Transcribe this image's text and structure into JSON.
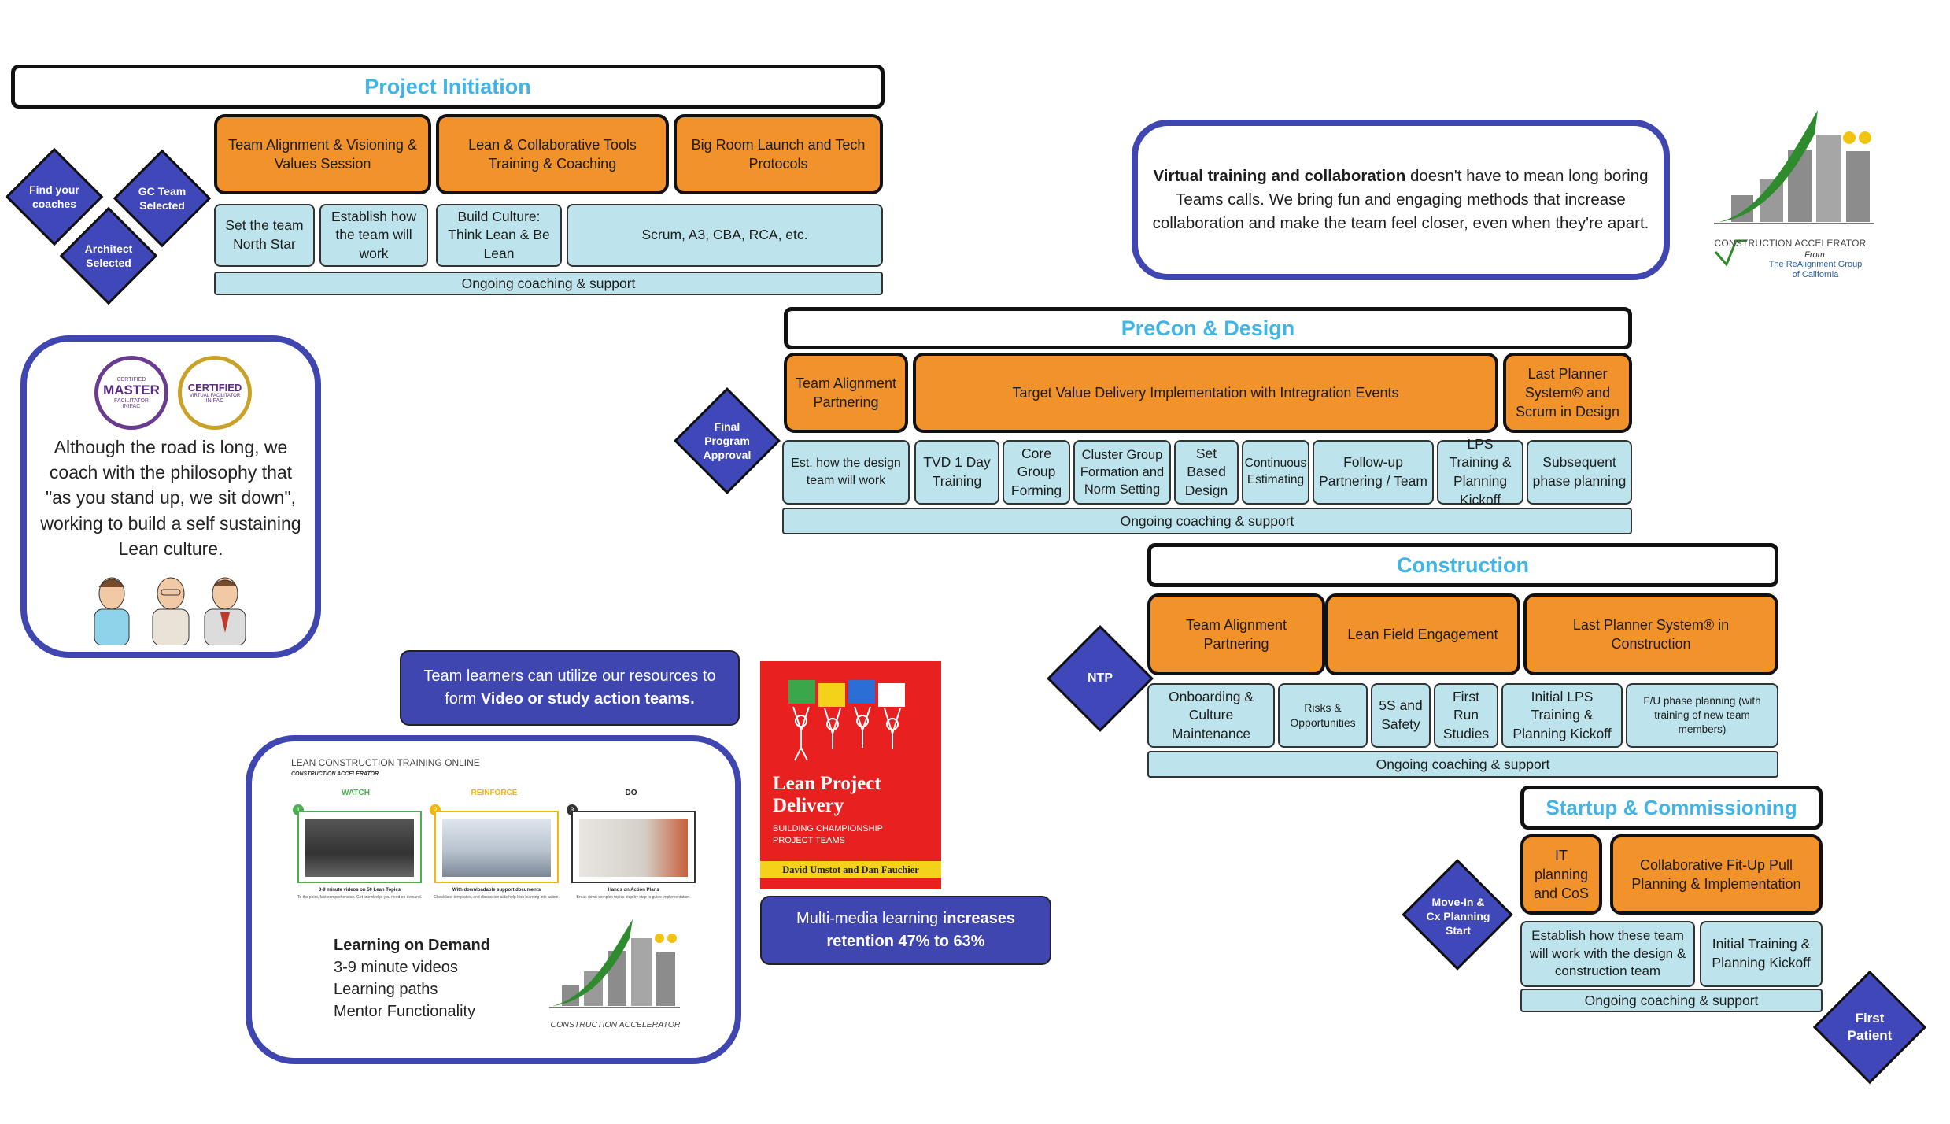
{
  "colors": {
    "orange": "#f1922a",
    "light_blue": "#bde4ec",
    "navy": "#3f46b0",
    "header_text": "#40b4e5",
    "book_red": "#e8201f"
  },
  "milestones": {
    "find_coaches": "Find your coaches",
    "gc_team": "GC Team Selected",
    "architect": "Architect Selected",
    "final_program": "Final Program Approval",
    "ntp": "NTP",
    "move_in": "Move-In & Cx Planning Start",
    "first_patient": "First Patient"
  },
  "ongoing": "Ongoing coaching & support",
  "project_initiation": {
    "title": "Project Initiation",
    "orange": [
      "Team Alignment & Visioning & Values Session",
      "Lean & Collaborative Tools Training & Coaching",
      "Big Room Launch and Tech Protocols"
    ],
    "blue": [
      "Set the team North Star",
      "Establish how the team will work",
      "Build Culture: Think Lean & Be Lean",
      "Scrum, A3, CBA, RCA, etc."
    ]
  },
  "precon": {
    "title": "PreCon & Design",
    "orange": [
      "Team Alignment Partnering",
      "Target Value Delivery Implementation with Intregration Events",
      "Last Planner System® and Scrum in Design"
    ],
    "blue": [
      "Est. how the design team will work",
      "TVD 1 Day Training",
      "Core Group Forming",
      "Cluster Group Formation and Norm Setting",
      "Set Based Design",
      "Continuous Estimating",
      "Follow-up Partnering / Team",
      "LPS Training & Planning Kickoff",
      "Subsequent phase planning"
    ]
  },
  "construction": {
    "title": "Construction",
    "orange": [
      "Team Alignment Partnering",
      "Lean Field Engagement",
      "Last Planner System® in Construction"
    ],
    "blue": [
      "Onboarding & Culture Maintenance",
      "Risks & Opportunities",
      "5S and Safety",
      "First Run Studies",
      "Initial LPS Training & Planning Kickoff",
      "F/U phase planning (with training of new team members)"
    ]
  },
  "startup": {
    "title": "Startup & Commissioning",
    "orange": [
      "IT planning and CoS",
      "Collaborative Fit-Up Pull Planning & Implementation"
    ],
    "blue": [
      "Establish how these team will work with the design & construction team",
      "Initial Training & Planning Kickoff"
    ]
  },
  "virtual_box": {
    "bold": "Virtual training and collaboration",
    "rest": " doesn't have to mean long boring Teams calls. We bring fun and engaging methods that increase collaboration and make the team feel closer, even when they're apart."
  },
  "logo": {
    "name": "CONSTRUCTION ACCELERATOR",
    "from": "From",
    "company": "The ReAlignment Group of California"
  },
  "philosophy": {
    "text": "Although the road is long, we coach with the philosophy that \"as you stand up, we sit down\", working to build a self sustaining Lean culture.",
    "badge1": [
      "CERTIFIED",
      "MASTER",
      "FACILITATOR",
      "INIFAC"
    ],
    "badge2": [
      "CERTIFIED",
      "VIRTUAL FACILITATOR",
      "INIFAC"
    ]
  },
  "team_learners": {
    "pre": "Team learners can utilize our resources to form ",
    "bold": "Video or study action teams."
  },
  "book": {
    "title_l1": "Lean Project",
    "title_l2": "Delivery",
    "subtitle_l1": "BUILDING CHAMPIONSHIP",
    "subtitle_l2": "PROJECT TEAMS",
    "authors": "David Umstot and Dan Fauchier"
  },
  "multimedia": {
    "pre": "Multi-media learning ",
    "bold": "increases retention 47% to 63%"
  },
  "online": {
    "header": "LEAN CONSTRUCTION TRAINING ONLINE",
    "sub": "CONSTRUCTION ACCELERATOR",
    "cols": [
      {
        "num": "1",
        "label": "WATCH",
        "caption": "3-9 minute videos on 50 Lean Topics",
        "desc": "To the point, fast comprehension. Get knowledge you need on demand."
      },
      {
        "num": "2",
        "label": "REINFORCE",
        "caption": "With downloadable support documents",
        "desc": "Checklists, templates, and discussion aids help lock learning into action."
      },
      {
        "num": "3",
        "label": "DO",
        "caption": "Hands on Action Plans",
        "desc": "Break down complex topics step by step to guide implementation."
      }
    ],
    "demand_title": "Learning on Demand",
    "demand_items": [
      "3-9 minute videos",
      "Learning paths",
      "Mentor Functionality"
    ],
    "logo": "CONSTRUCTION ACCELERATOR"
  }
}
